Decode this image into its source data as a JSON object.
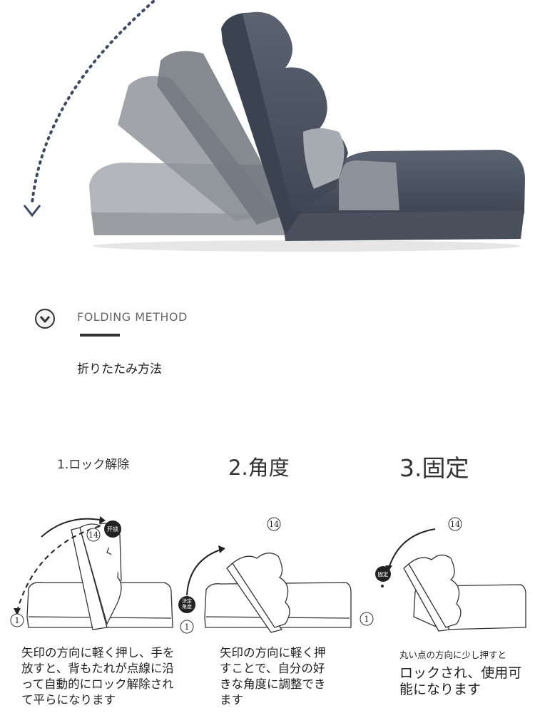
{
  "section": {
    "title_en": "FOLDING METHOD",
    "title_jp": "折りたたみ方法",
    "icon": "chevron-down-circle-icon"
  },
  "steps": [
    {
      "title": "1.ロック解除",
      "badge": "开锁",
      "markers": [
        "14",
        "1"
      ],
      "description": "矢印の方向に軽く押し、手を放すと、背もたれが点線に沿って自動的にロック解除されて平らになります"
    },
    {
      "title": "2.角度",
      "badge": "決定角度",
      "markers": [
        "14",
        "1"
      ],
      "description": "矢印の方向に軽く押すことで、自分の好きな角度に調整できます"
    },
    {
      "title": "3.固定",
      "badge": "固定",
      "markers": [
        "14",
        "1"
      ],
      "description_small": "丸い点の方向に少し押すと",
      "description": "ロックされ、使用可能になります"
    }
  ],
  "colors": {
    "dotted_arrow": "#3d4a66",
    "text": "#333333"
  }
}
